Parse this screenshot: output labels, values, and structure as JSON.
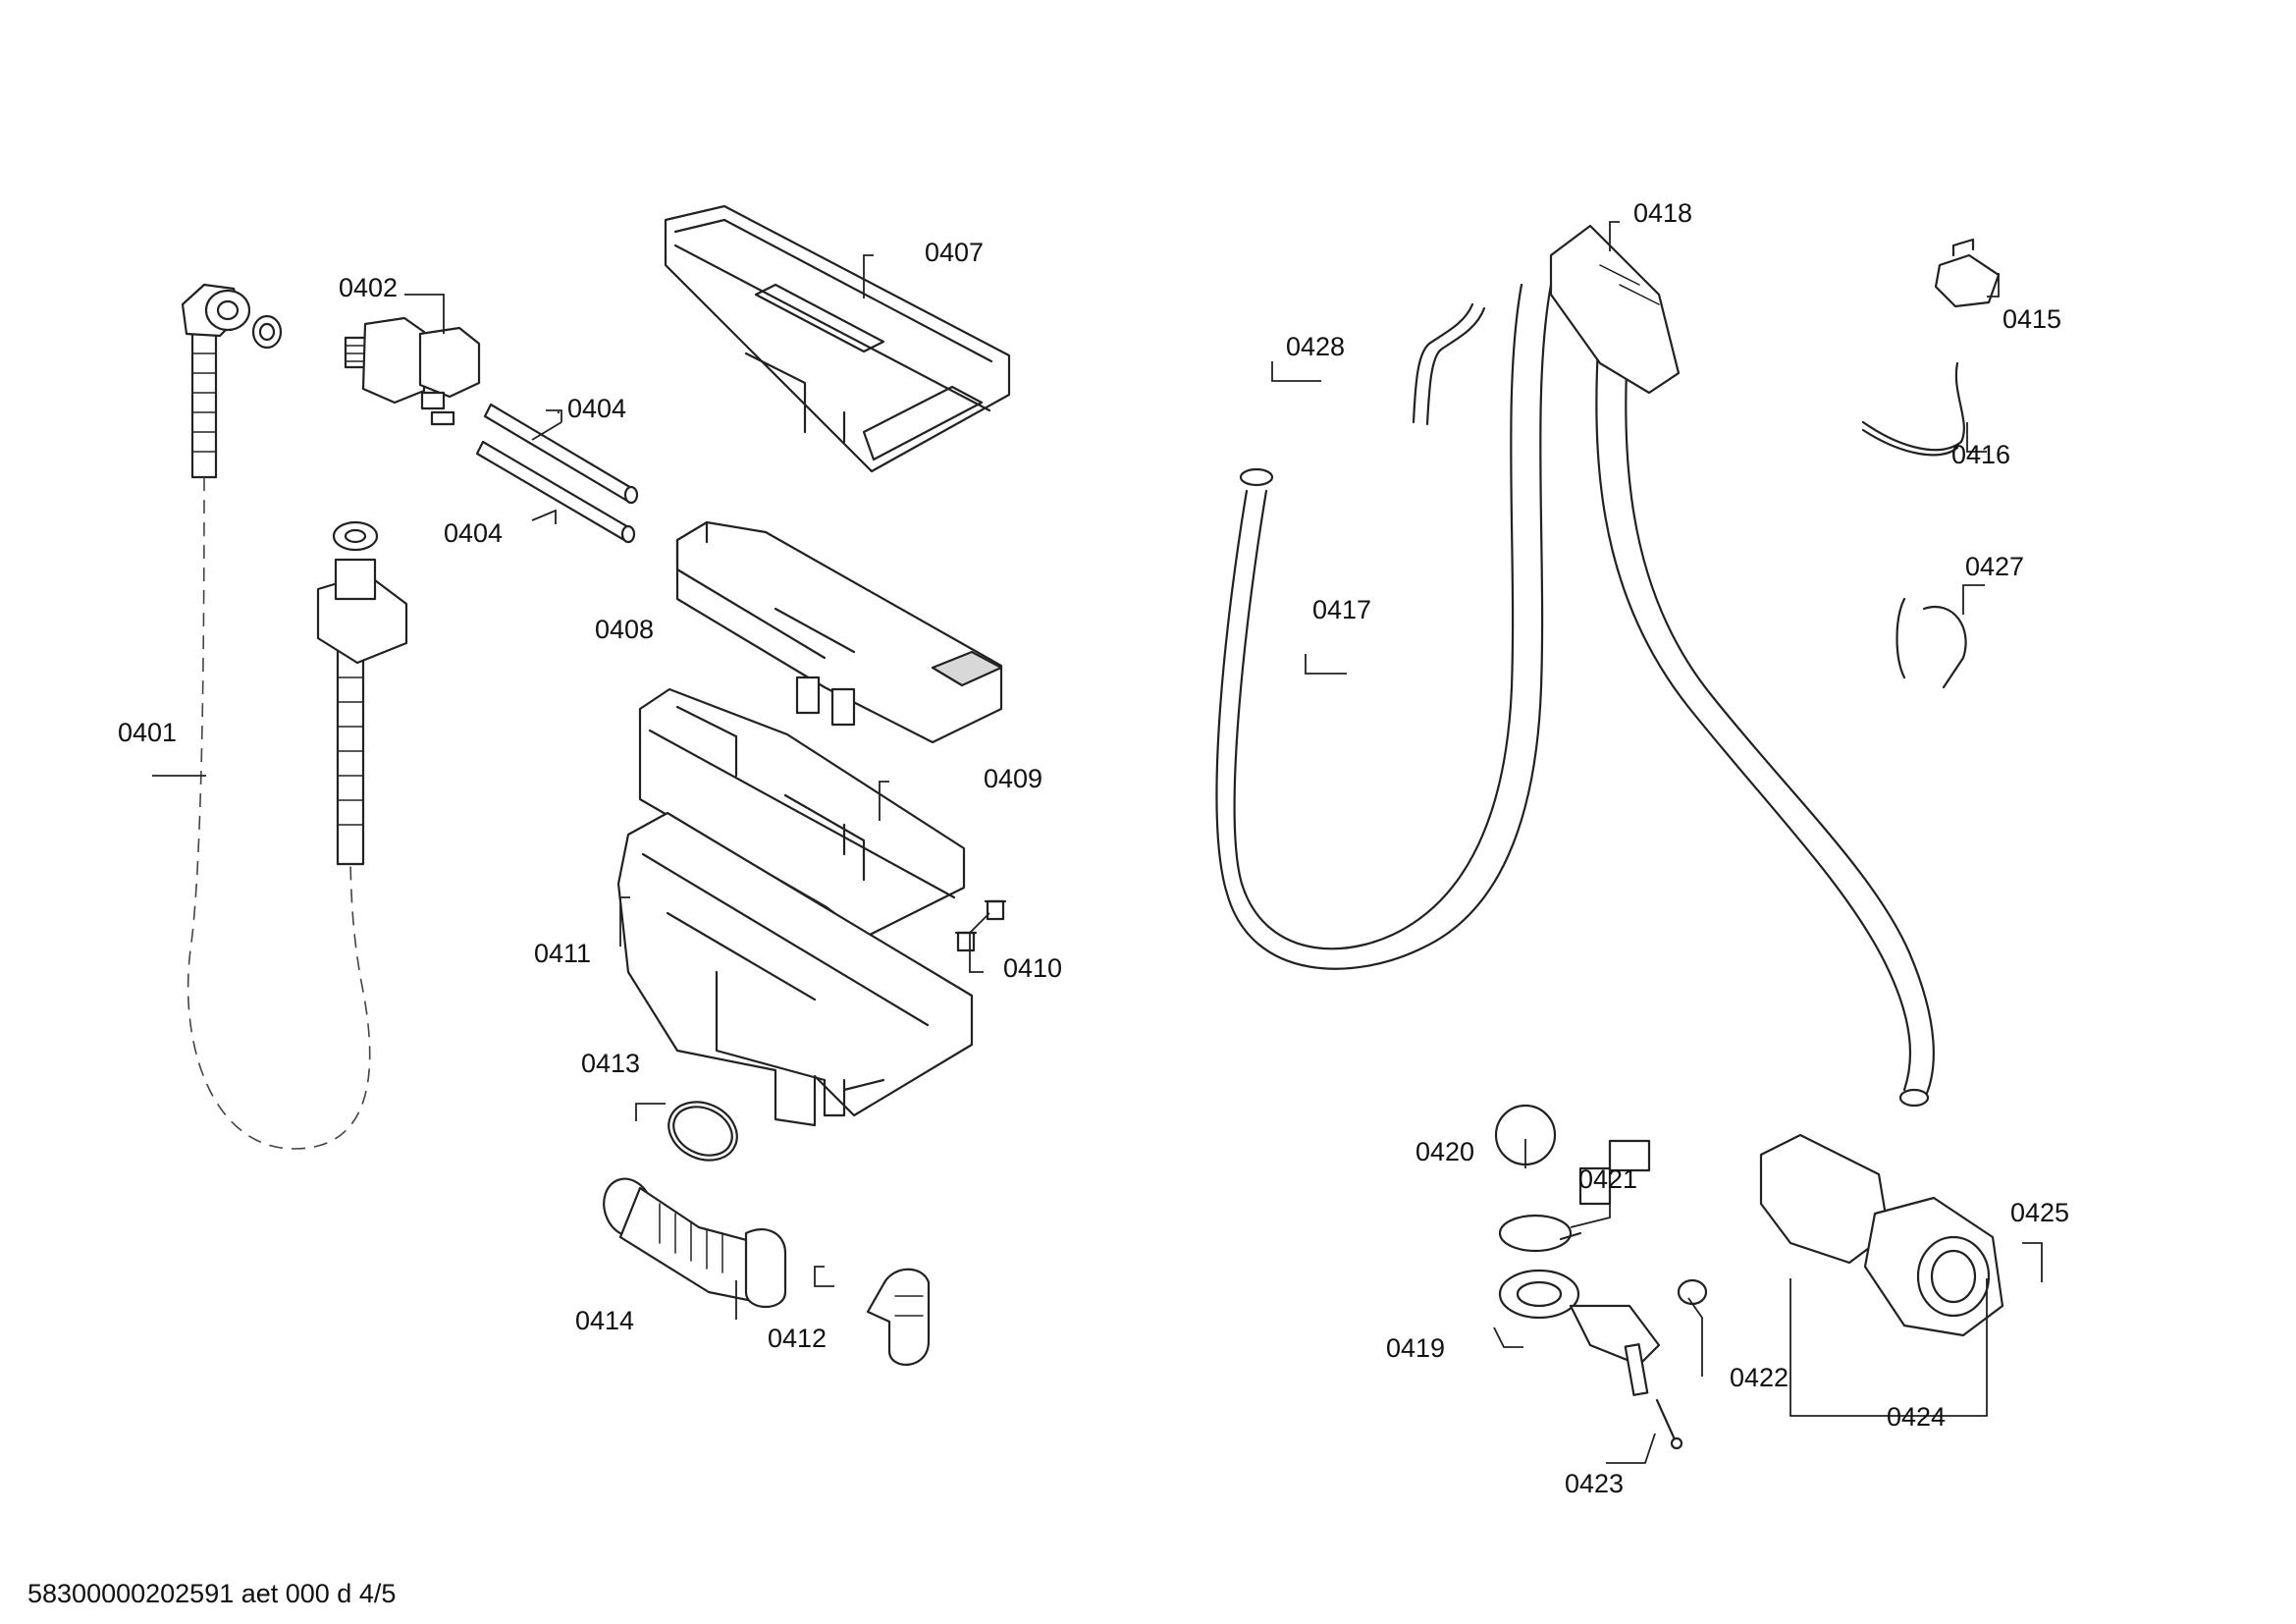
{
  "labels": {
    "p0401": "0401",
    "p0402": "0402",
    "p0404a": "0404",
    "p0404b": "0404",
    "p0407": "0407",
    "p0408": "0408",
    "p0409": "0409",
    "p0410": "0410",
    "p0411": "0411",
    "p0412": "0412",
    "p0413": "0413",
    "p0414": "0414",
    "p0415": "0415",
    "p0416": "0416",
    "p0417": "0417",
    "p0418": "0418",
    "p0419": "0419",
    "p0420": "0420",
    "p0421": "0421",
    "p0422": "0422",
    "p0423": "0423",
    "p0424": "0424",
    "p0425": "0425",
    "p0427": "0427",
    "p0428": "0428"
  },
  "footer": {
    "document_id": "58300000202591 aet 000 d 4/5"
  }
}
